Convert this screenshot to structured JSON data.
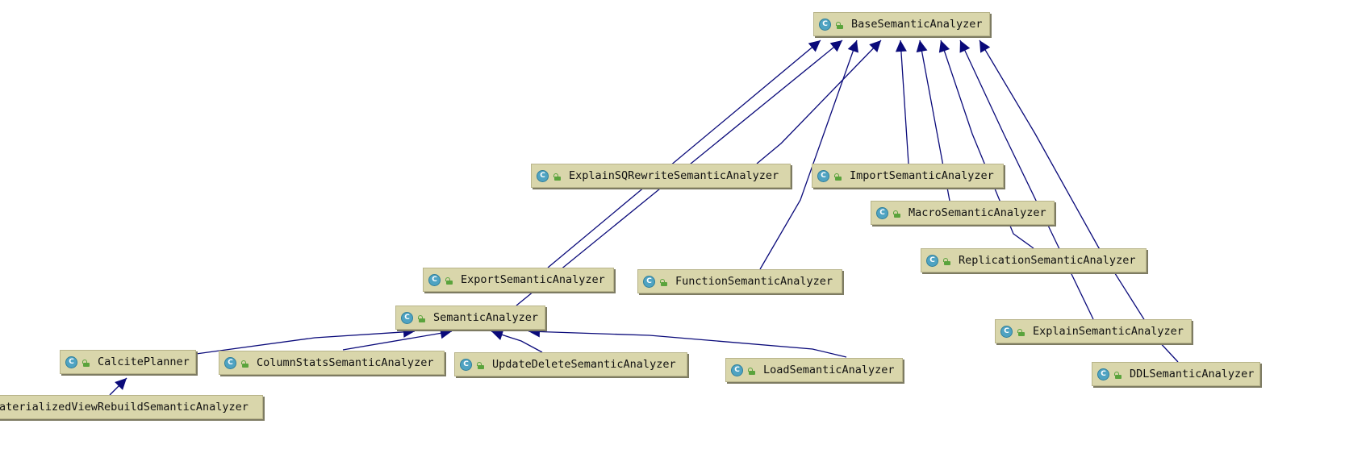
{
  "class_icon_letter": "C",
  "colors": {
    "edge": "#0a0a7a",
    "node_fill": "#d9d6ab",
    "class_icon": "#4fa3c2",
    "lock_icon": "#5aa33c"
  },
  "nodes": {
    "base": "BaseSemanticAnalyzer",
    "explain_sq": "ExplainSQRewriteSemanticAnalyzer",
    "import": "ImportSemanticAnalyzer",
    "macro": "MacroSemanticAnalyzer",
    "replication": "ReplicationSemanticAnalyzer",
    "export": "ExportSemanticAnalyzer",
    "function": "FunctionSemanticAnalyzer",
    "semantic": "SemanticAnalyzer",
    "explain": "ExplainSemanticAnalyzer",
    "calcite": "CalcitePlanner",
    "column_stats": "ColumnStatsSemanticAnalyzer",
    "update_delete": "UpdateDeleteSemanticAnalyzer",
    "load": "LoadSemanticAnalyzer",
    "ddl": "DDLSemanticAnalyzer",
    "mv_rebuild": "aterializedViewRebuildSemanticAnalyzer"
  },
  "edges": [
    {
      "from": "explain_sq",
      "to": "base"
    },
    {
      "from": "import",
      "to": "base"
    },
    {
      "from": "macro",
      "to": "base"
    },
    {
      "from": "replication",
      "to": "base"
    },
    {
      "from": "export",
      "to": "base"
    },
    {
      "from": "function",
      "to": "base"
    },
    {
      "from": "semantic",
      "to": "base"
    },
    {
      "from": "explain",
      "to": "base"
    },
    {
      "from": "ddl",
      "to": "base"
    },
    {
      "from": "calcite",
      "to": "semantic"
    },
    {
      "from": "column_stats",
      "to": "semantic"
    },
    {
      "from": "update_delete",
      "to": "semantic"
    },
    {
      "from": "load",
      "to": "semantic"
    },
    {
      "from": "mv_rebuild",
      "to": "calcite"
    }
  ]
}
